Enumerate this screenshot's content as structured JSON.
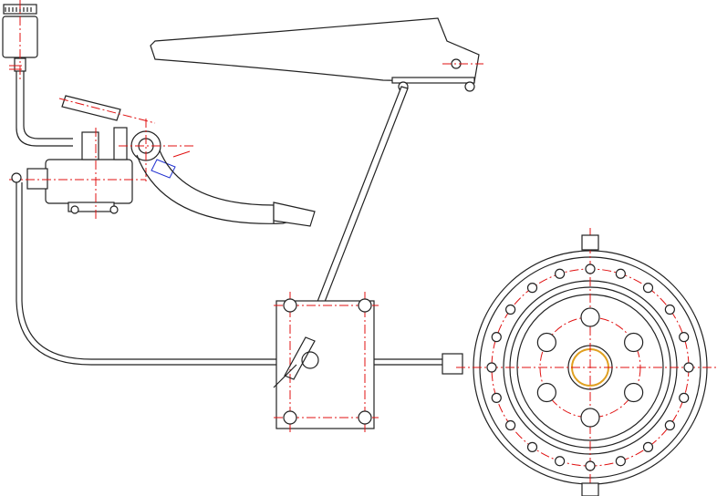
{
  "drawing": {
    "type": "handbrake-and-brake-system-cad-drawing",
    "colors": {
      "outline": "#222222",
      "centerline": "#e01010",
      "hub": "#e0a020",
      "detail": "#2030d0",
      "background": "#ffffff"
    },
    "drum_bolt_count": 20,
    "drum_hole_count": 6
  }
}
